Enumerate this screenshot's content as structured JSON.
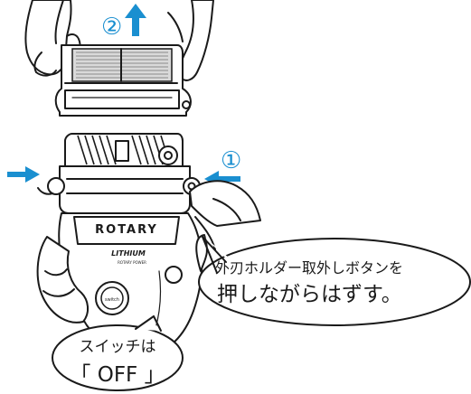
{
  "steps": {
    "step1_marker": "①",
    "step2_marker": "②"
  },
  "product": {
    "brand": "ROTARY",
    "sub_brand": "LITHIUM",
    "sub_tag": "ROTARY POWER"
  },
  "callouts": {
    "release": {
      "line1": "外刃ホルダー取外しボタンを",
      "line2": "押しながらはずす。"
    },
    "switch": {
      "line1": "スイッチは",
      "line2": "「 OFF 」"
    }
  },
  "colors": {
    "accent_arrow": "#1a8fd0",
    "outline": "#1a1a1a",
    "background": "#ffffff"
  },
  "icons": {
    "up_arrow": "arrow-up-icon",
    "push_arrow": "arrow-right-icon"
  }
}
